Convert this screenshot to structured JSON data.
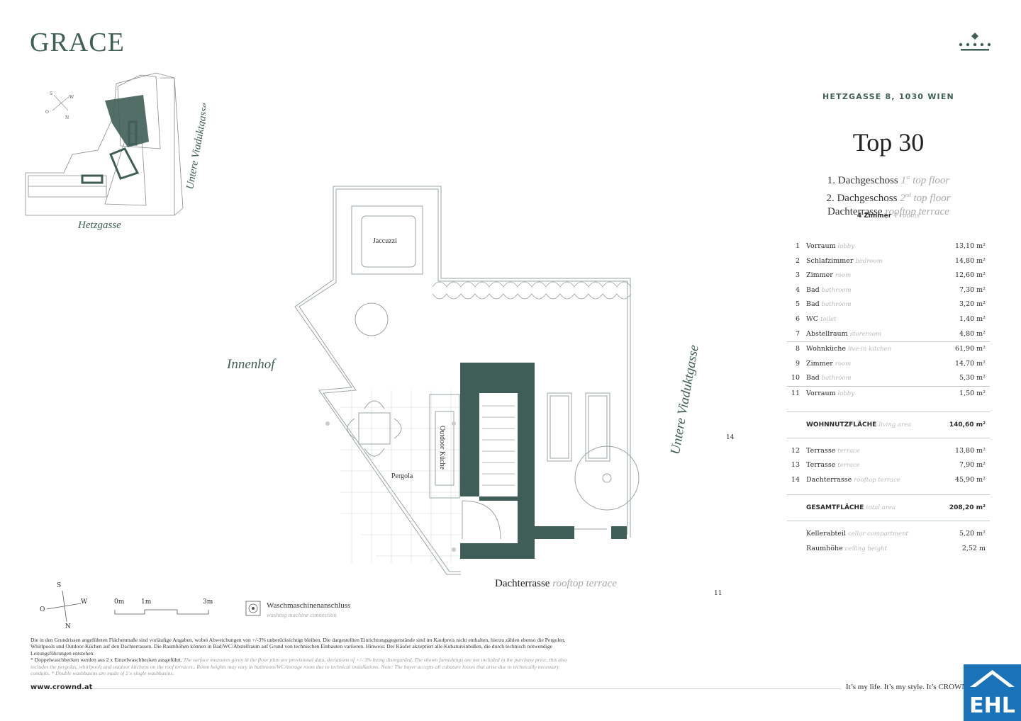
{
  "brand": "GRACE",
  "address": "HETZGASSE 8, 1030 WIEN",
  "top_number": "Top 30",
  "floors": [
    {
      "de": "1. Dachgeschoss",
      "ord": "1",
      "sup": "st",
      "en": "top floor"
    },
    {
      "de": "2. Dachgeschoss",
      "ord": "2",
      "sup": "nd",
      "en": "top floor"
    },
    {
      "de": "Dachterrasse",
      "en": "rooftop terrace"
    }
  ],
  "rooms_count": {
    "de": "4 Zimmer",
    "en": "4 rooms"
  },
  "rooms": [
    {
      "n": "1",
      "de": "Vorraum",
      "en": "lobby",
      "area": "13,10 m²"
    },
    {
      "n": "2",
      "de": "Schlafzimmer",
      "en": "bedroom",
      "area": "14,80 m²"
    },
    {
      "n": "3",
      "de": "Zimmer",
      "en": "room",
      "area": "12,60 m²"
    },
    {
      "n": "4",
      "de": "Bad",
      "en": "bathroom",
      "area": "7,30 m²"
    },
    {
      "n": "5",
      "de": "Bad",
      "en": "bathroom",
      "area": "3,20 m²"
    },
    {
      "n": "6",
      "de": "WC",
      "en": "toilet",
      "area": "1,40 m²"
    },
    {
      "n": "7",
      "de": "Abstellraum",
      "en": "storeroom",
      "area": "4,80 m²"
    },
    {
      "n": "8",
      "de": "Wohnküche",
      "en": "live-in kitchen",
      "area": "61,90 m²"
    },
    {
      "n": "9",
      "de": "Zimmer",
      "en": "room",
      "area": "14,70 m²"
    },
    {
      "n": "10",
      "de": "Bad",
      "en": "bathroom",
      "area": "5,30 m²"
    },
    {
      "n": "11",
      "de": "Vorraum",
      "en": "lobby",
      "area": "1,50 m²"
    }
  ],
  "living_area": {
    "de": "WOHNNUTZFLÄCHE",
    "en": "living area",
    "area": "140,60 m²"
  },
  "terraces": [
    {
      "n": "12",
      "de": "Terrasse",
      "en": "terrace",
      "area": "13,80 m²"
    },
    {
      "n": "13",
      "de": "Terrasse",
      "en": "terrace",
      "area": "7,90 m²"
    },
    {
      "n": "14",
      "de": "Dachterrasse",
      "en": "rooftop terrace",
      "area": "45,90 m²"
    }
  ],
  "total_area": {
    "de": "GESAMTFLÄCHE",
    "en": "total area",
    "area": "208,20 m²"
  },
  "extras": [
    {
      "de": "Kellerabteil",
      "en": "cellar compartment",
      "value": "5,20 m²"
    },
    {
      "de": "Raumhöhe",
      "en": "ceiling height",
      "value": "2,52 m"
    }
  ],
  "plan": {
    "jaccuzzi": "Jaccuzzi",
    "innenhof": "Innenhof",
    "pergola": "Pergola",
    "outdoor_kitchen": "Outdoor Küche",
    "street_right": "Untere Viaduktgasse",
    "terrace_de": "Dachterrasse",
    "terrace_en": "rooftop terrace",
    "num_14": "14",
    "num_11": "11"
  },
  "site_map": {
    "street_bottom": "Hetzgasse",
    "street_side": "Untere Viaduktgasse",
    "compass": {
      "s": "S",
      "w": "W",
      "o": "O",
      "n": "N"
    }
  },
  "compass": {
    "s": "S",
    "w": "W",
    "o": "O",
    "n": "N"
  },
  "scale": {
    "s0": "0m",
    "s1": "1m",
    "s3": "3m"
  },
  "legend": {
    "title": "Waschmaschinenanschluss",
    "sub": "washing machine connection"
  },
  "disclaimer": {
    "de": "Die in den Grundrissen angeführten Flächenmaße sind vorläufige Angaben, wobei Abweichungen von +/-3% unberücksichtigt bleiben. Die dargestellten Einrichtungsgegenstände sind im Kaufpreis nicht enthalten, hierzu zählen ebenso die Pergolen, Whirlpools und Outdoor-Küchen auf den Dachterrassen. Die Raumhöhen können in Bad/WC/Abstellraum auf Grund von technischen Einbauten variieren. Hinweis: Der Käufer akzeptiert alle Kubatureinbußen, die durch technisch notwendige Leitungsführungen entstehen.",
    "de2": "* Doppelwaschbecken werden aus 2 x Einzelwaschbecken ausgeführt.",
    "en": "The surface measures given in the floor plan are provisional data, deviations of +/- 3% being disregarded. The shown furnishings are not included in the purchase price, this also includes the pergolas, whirlpools and outdoor kitchens on the roof terraces.. Room heights may vary in bathroom/WC/storage room due to technical installations. Note: The buyer accepts all cubature losses that arise due to technically necessary conduits. * Double washbasins are made of 2 x single washbasins."
  },
  "website": "www.crownd.at",
  "slogan": "It’s my life. It’s my style. It’s CROWND.",
  "ehl_logo": "EHL",
  "colors": {
    "accent": "#3f5e57",
    "ehl_blue": "#1a73b8"
  }
}
